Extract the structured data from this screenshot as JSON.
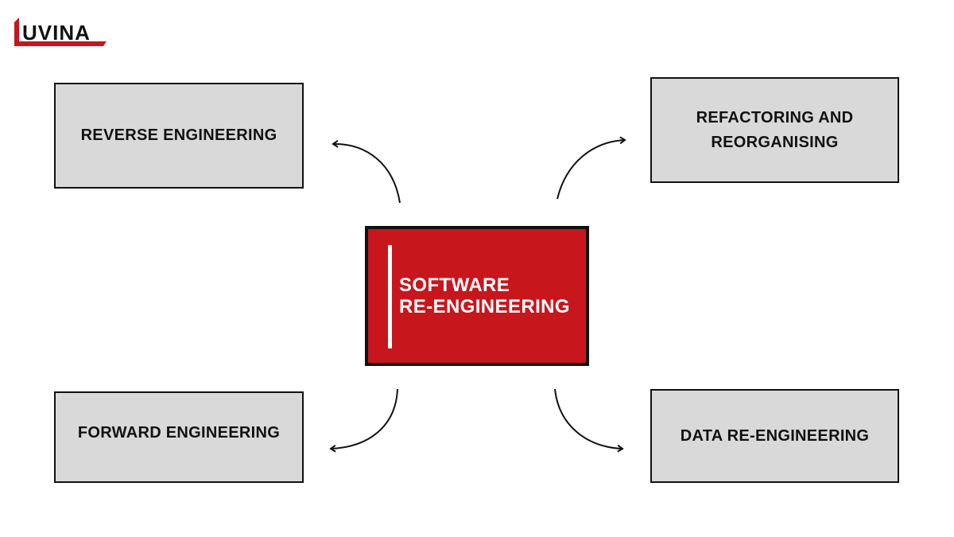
{
  "logo": {
    "text": "UVINA",
    "accent": "#c8161d"
  },
  "center": {
    "line1": "SOFTWARE",
    "line2": "RE-ENGINEERING",
    "color": "#c8161d"
  },
  "nodes": {
    "reverse": "REVERSE ENGINEERING",
    "refactoring_line1": "REFACTORING AND",
    "refactoring_line2": "REORGANISING",
    "forward": "FORWARD ENGINEERING",
    "data": "DATA RE-ENGINEERING"
  }
}
